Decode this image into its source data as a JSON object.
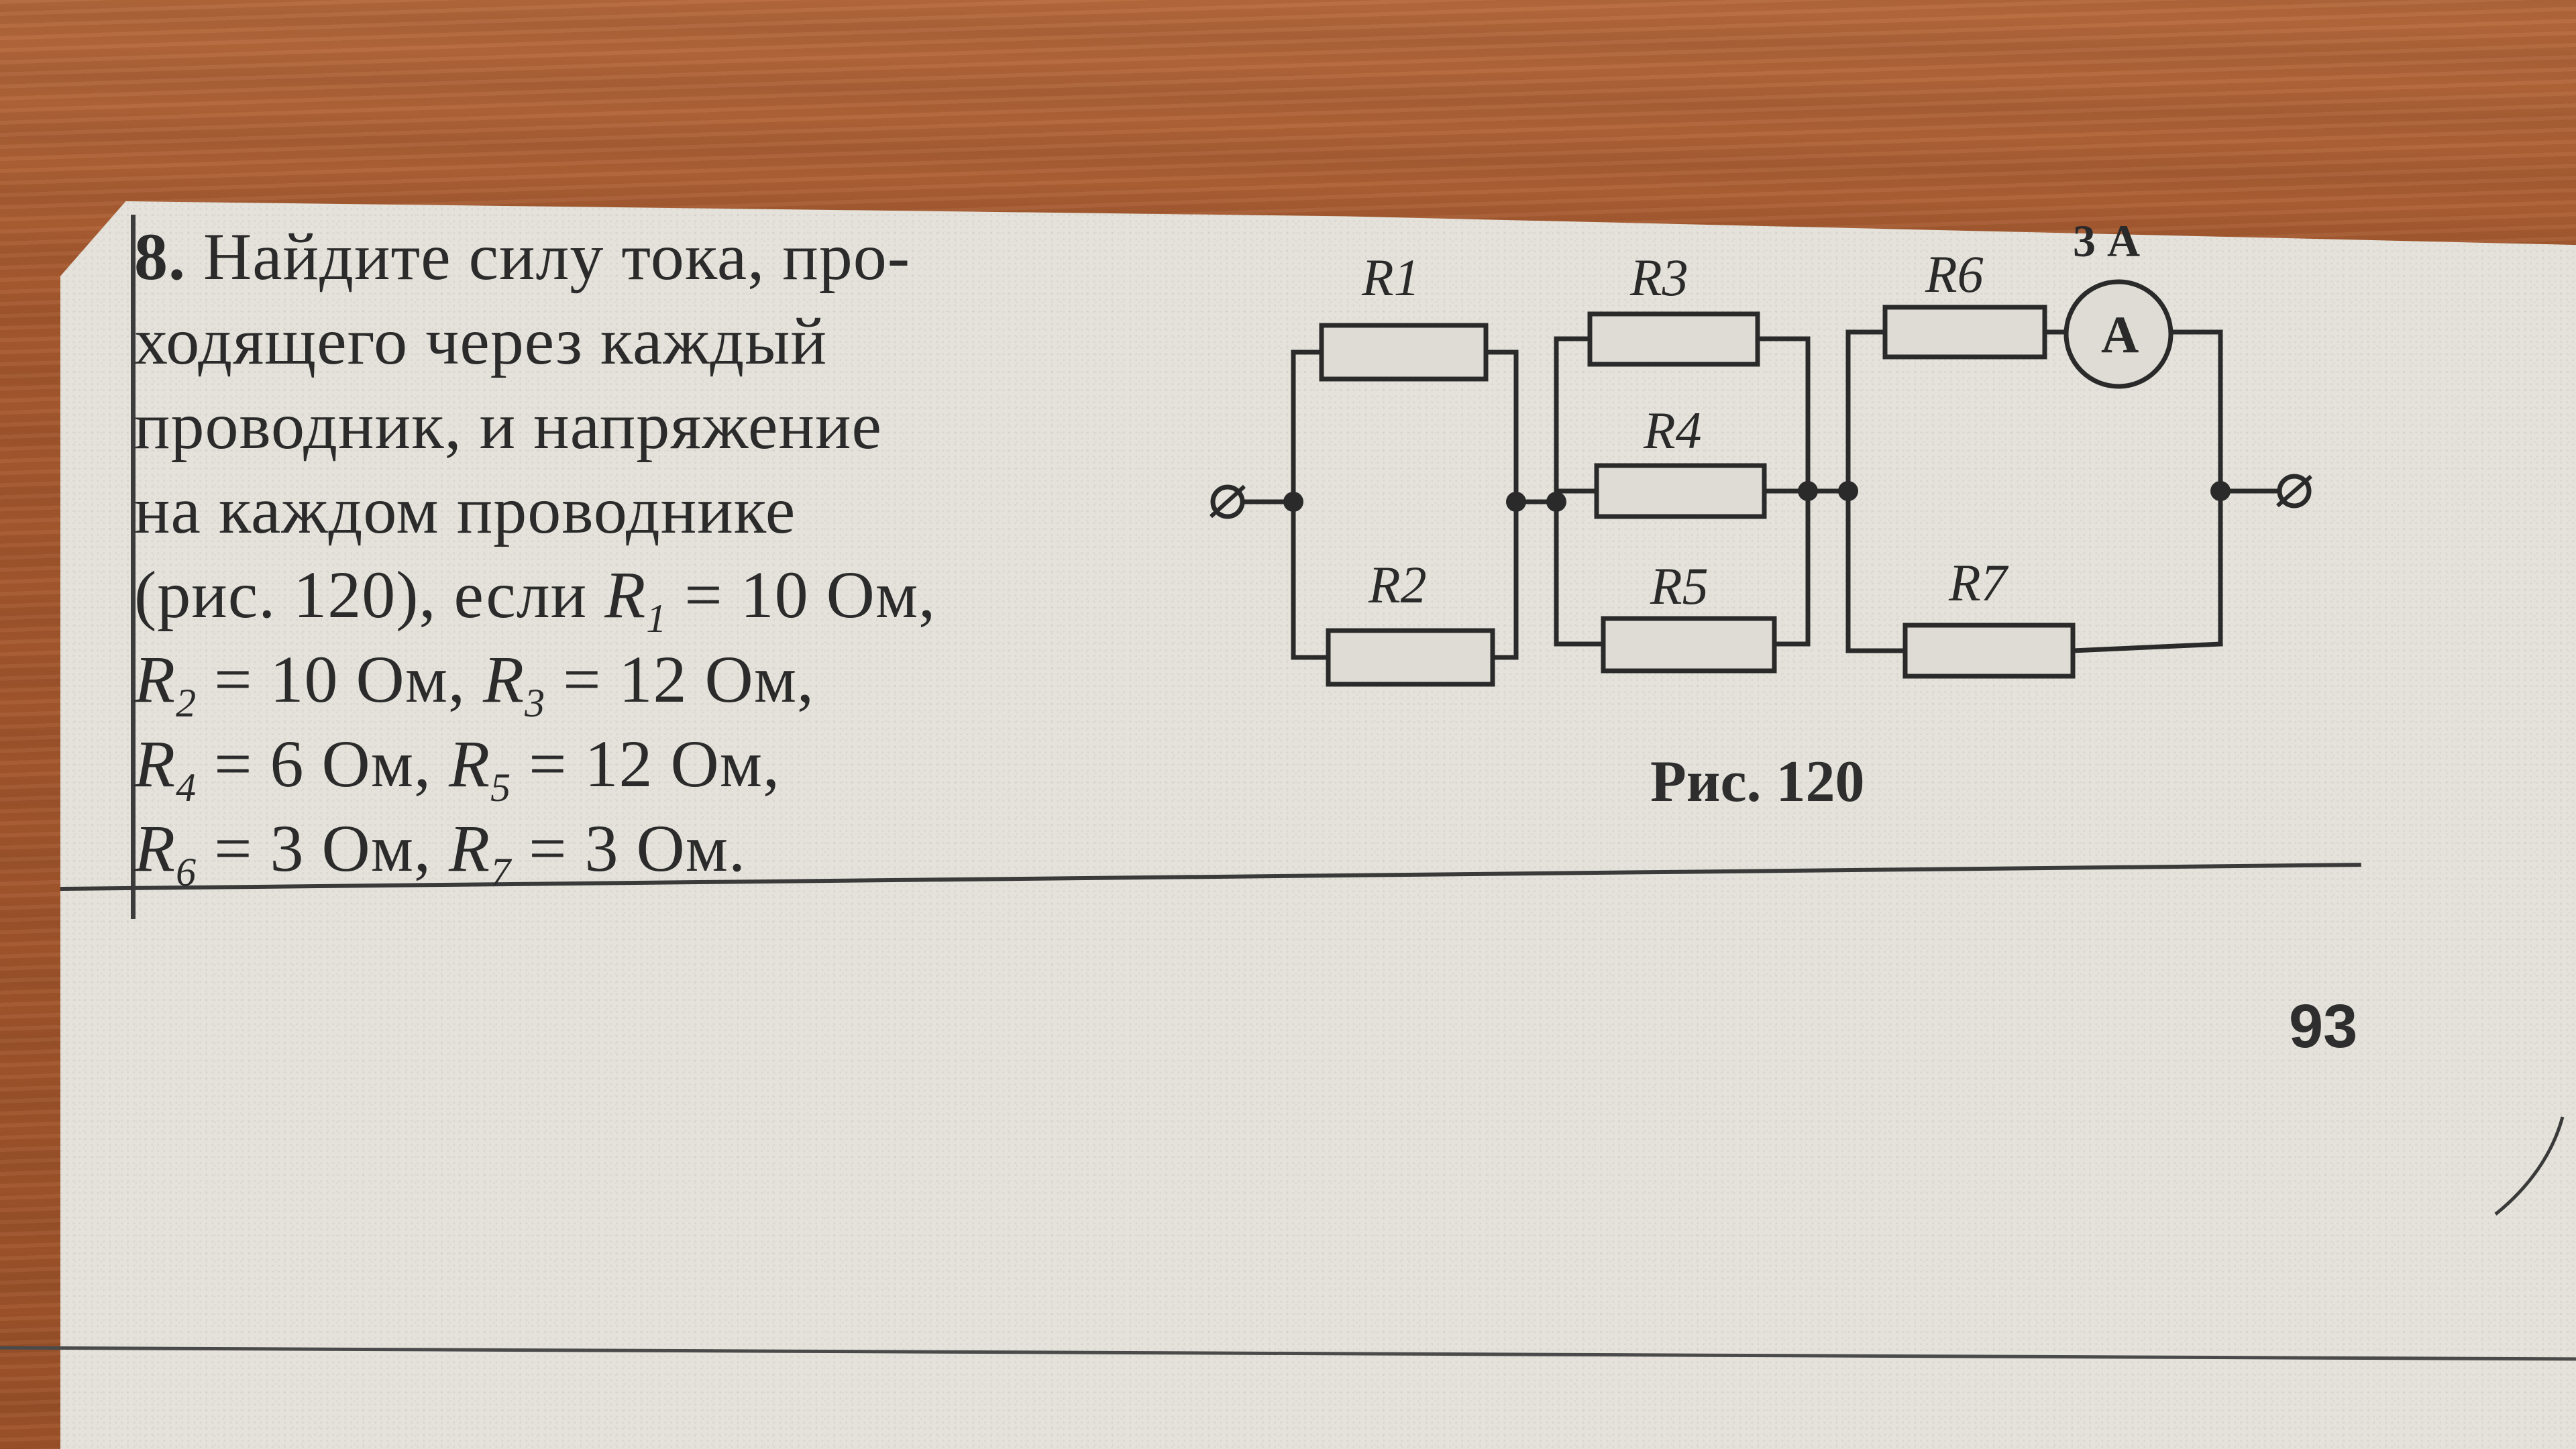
{
  "problem": {
    "number": "8.",
    "lines": {
      "l1": "Найдите силу тока, про-",
      "l2": "ходящего через каждый",
      "l3": "проводник, и напряжение",
      "l4": "на каждом проводнике",
      "l5_prefix": "(рис. 120), если ",
      "l5_suffix": " = 10 Ом,",
      "l6_mid": " = 10 Ом, ",
      "l6_suffix": " = 12 Ом,",
      "l7_mid": " = 6 Ом, ",
      "l7_suffix": " = 12 Ом,",
      "l8_mid": " = 3 Ом, ",
      "l8_suffix": " = 3 Ом."
    },
    "symbols": {
      "R": "R",
      "sub1": "1",
      "sub2": "2",
      "sub3": "3",
      "sub4": "4",
      "sub5": "5",
      "sub6": "6",
      "sub7": "7"
    }
  },
  "figure": {
    "resistors": {
      "r1": "R1",
      "r2": "R2",
      "r3": "R3",
      "r4": "R4",
      "r5": "R5",
      "r6": "R6",
      "r7": "R7"
    },
    "ammeter_symbol": "A",
    "ammeter_reading": "3 А",
    "caption": "Рис. 120"
  },
  "page_number": "93"
}
